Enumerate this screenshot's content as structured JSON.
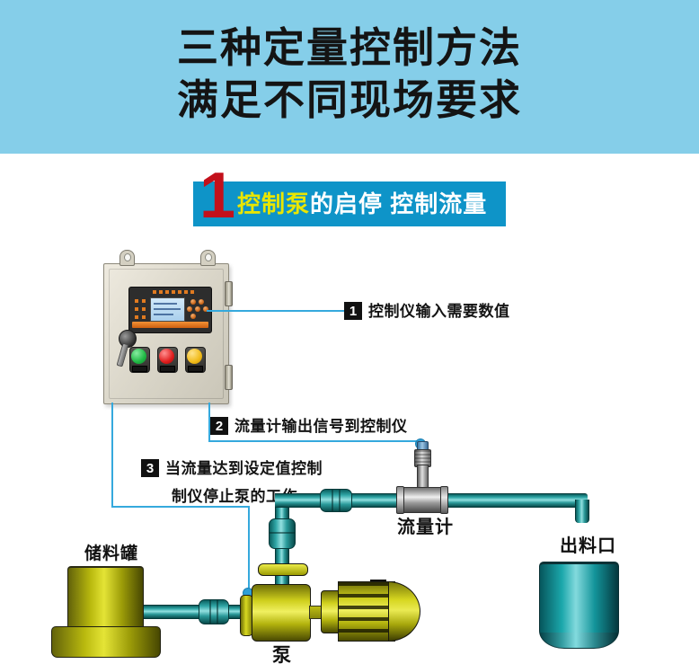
{
  "header": {
    "bg": "#85CEE9",
    "title_line1": "三种定量控制方法",
    "title_line2": "满足不同现场要求"
  },
  "banner": {
    "number": "1",
    "highlight": "控制泵",
    "rest": "的启停 控制流量",
    "bg": "#0E94C8",
    "number_color": "#C3101B",
    "highlight_color": "#E9E600",
    "text_color": "#FFFFFF"
  },
  "callouts": {
    "c1": {
      "num": "1",
      "text": "控制仪输入需要数值"
    },
    "c2": {
      "num": "2",
      "text": "流量计输出信号到控制仪"
    },
    "c3": {
      "num": "3",
      "line1": "当流量达到设定值控制",
      "line2": "制仪停止泵的工作"
    }
  },
  "equipment_labels": {
    "storage_tank": "储料罐",
    "flow_meter": "流量计",
    "outlet": "出料口",
    "pump": "泵"
  },
  "colors": {
    "header_bg": "#85CEE9",
    "banner_bg": "#0E94C8",
    "banner_number": "#C3101B",
    "banner_highlight": "#E9E600",
    "leader_line": "#35A9DD",
    "pipe_teal": "#2FA6A6",
    "tank_olive": "#B9B90E",
    "pump_yellow": "#CFCF1C",
    "outlet_teal": "#1BA7AB",
    "cabinet_beige": "#DCD8CB"
  }
}
